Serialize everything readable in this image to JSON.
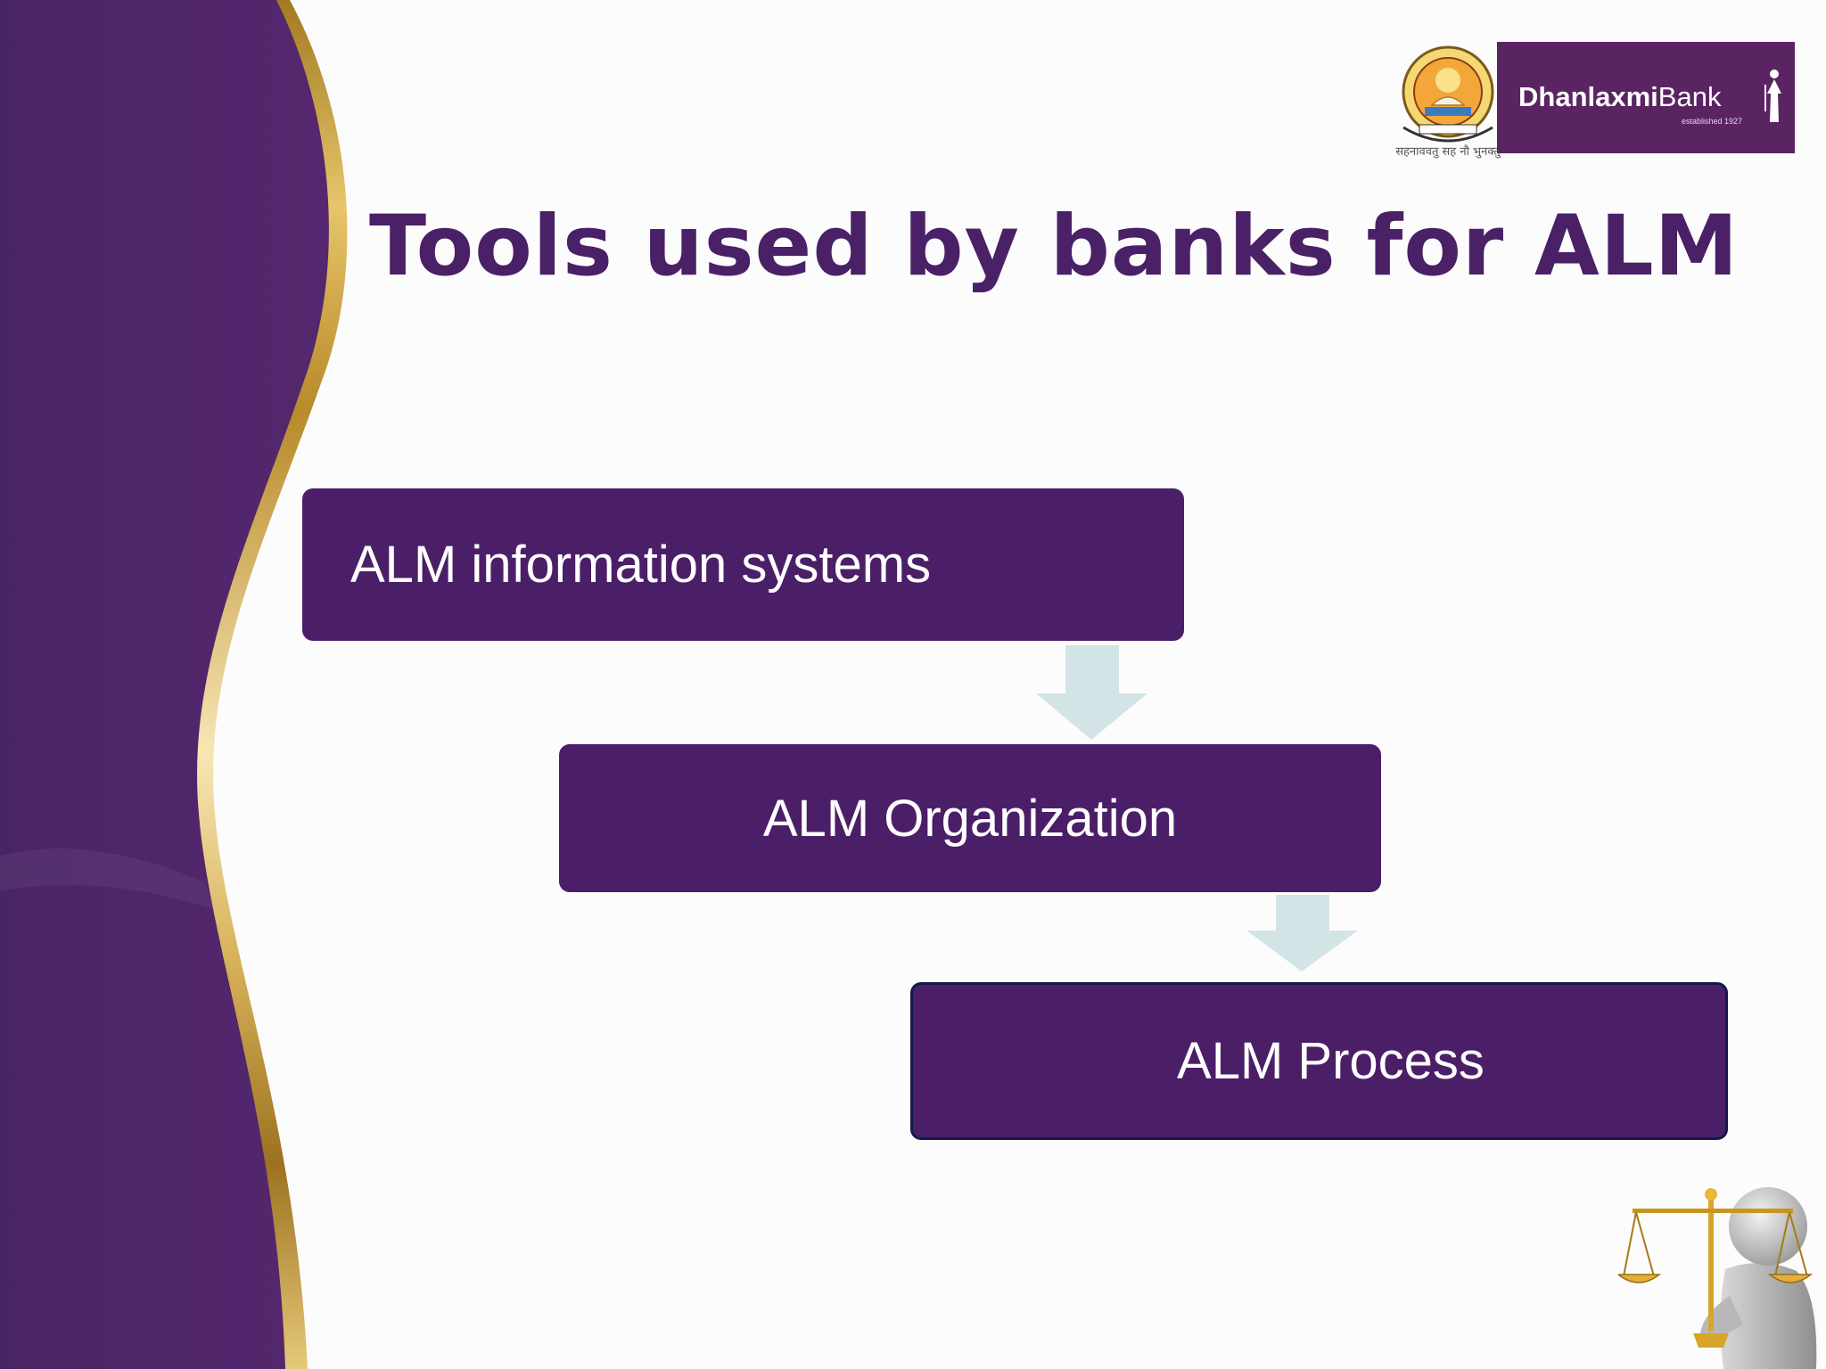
{
  "slide": {
    "title": "Tools used by banks for ALM",
    "flow_steps": [
      "ALM information systems",
      "ALM Organization",
      "ALM Process"
    ],
    "logos": {
      "emblem_caption": "सहनाववतु सह नौ भुनक्तु",
      "bank_name_bold": "Dhanlaxmi",
      "bank_name_regular": "Bank",
      "bank_tagline": "established 1927"
    },
    "colors": {
      "primary_purple": "#4b1f68",
      "title_purple": "#4a2066",
      "arrow_color": "#d3e4e6",
      "gold": "#c9a340",
      "bank_logo_bg": "#5a2463"
    },
    "icons": {
      "decor": "purple-gold-wave",
      "emblem": "university-emblem-icon",
      "bank_logo": "dhanlaxmi-bank-logo",
      "arrows": "down-arrow-icon",
      "clipart": "person-holding-scales-icon"
    }
  }
}
